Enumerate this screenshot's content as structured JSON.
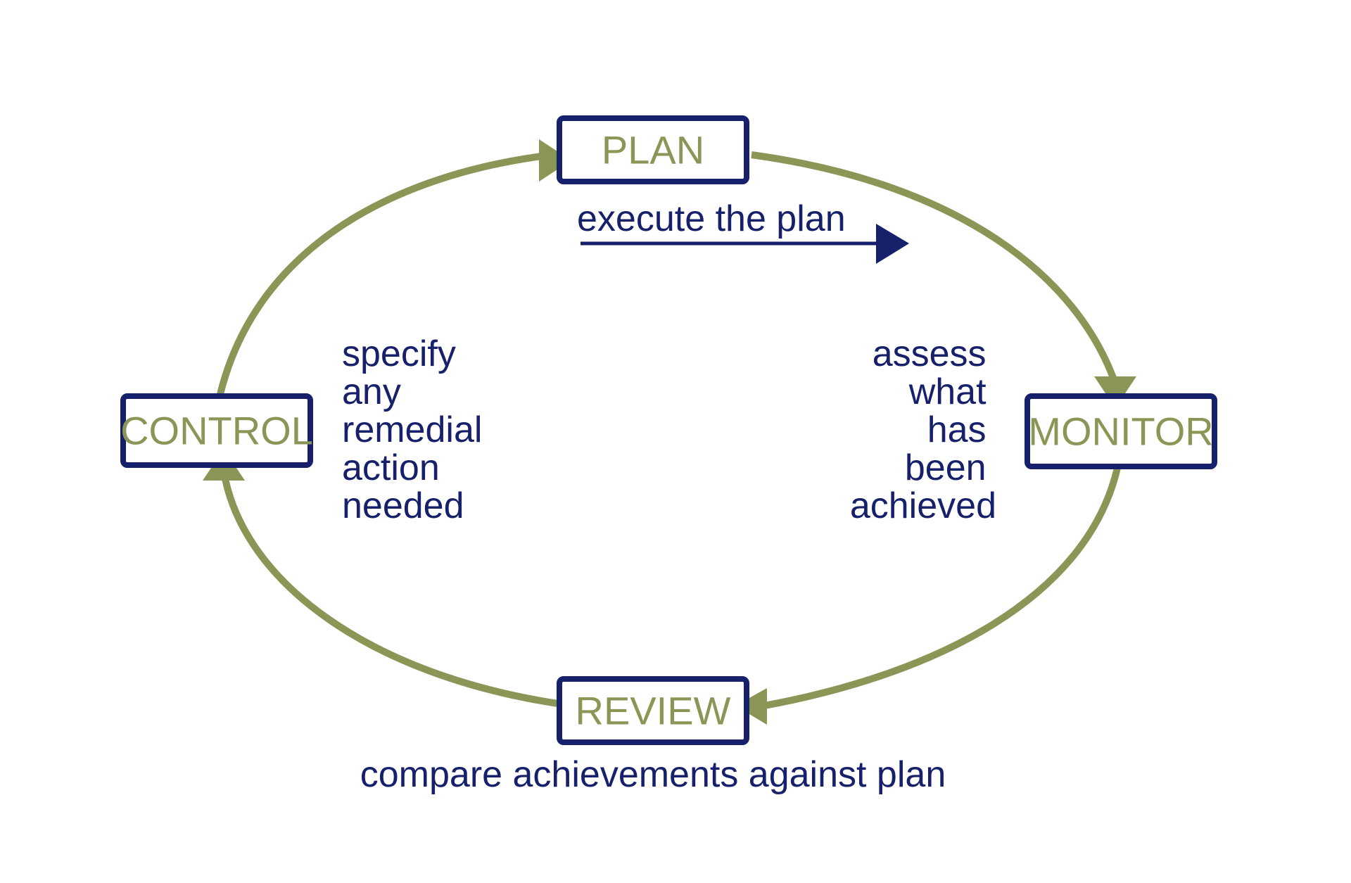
{
  "colors": {
    "cycle": "#8a9656",
    "navy": "#17206a",
    "background": "#ffffff"
  },
  "stages": {
    "plan": "PLAN",
    "monitor": "MONITOR",
    "review": "REVIEW",
    "control": "CONTROL"
  },
  "annotations": {
    "execute": "execute the plan",
    "assess": [
      "assess",
      "what",
      "has",
      "been",
      "achieved"
    ],
    "specify": [
      "specify",
      "any",
      "remedial",
      "action",
      "needed"
    ],
    "compare": "compare achievements against plan"
  }
}
